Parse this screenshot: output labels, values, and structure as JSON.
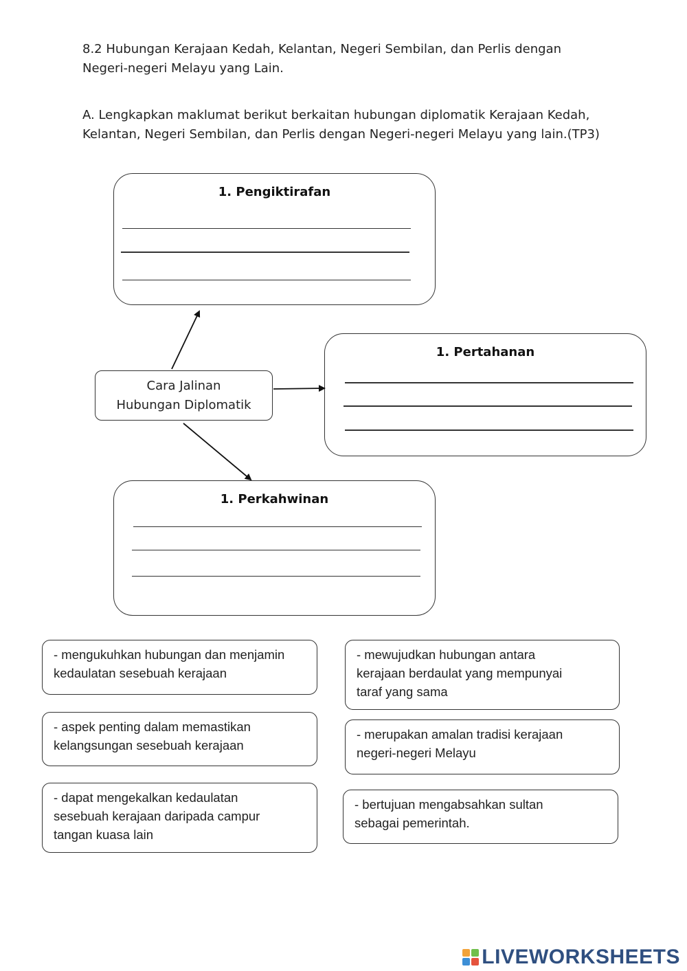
{
  "header": {
    "section_line1": "8.2 Hubungan Kerajaan Kedah, Kelantan, Negeri Sembilan, dan Perlis dengan",
    "section_line2": "Negeri-negeri Melayu yang Lain.",
    "instruction_line1": "A. Lengkapkan maklumat berikut berkaitan hubungan diplomatik Kerajaan Kedah,",
    "instruction_line2": "Kelantan, Negeri Sembilan, dan Perlis dengan Negeri-negeri Melayu yang lain.(TP3)"
  },
  "diagram": {
    "center_line1": "Cara Jalinan",
    "center_line2": "Hubungan Diplomatik",
    "box_top_title": "1. Pengiktirafan",
    "box_right_title": "1. Pertahanan",
    "box_bottom_title": "1. Perkahwinan"
  },
  "answers": {
    "left": [
      {
        "lines": [
          "- mengukuhkan hubungan dan menjamin",
          "kedaulatan sesebuah kerajaan"
        ]
      },
      {
        "lines": [
          "- aspek penting dalam memastikan",
          "kelangsungan sesebuah kerajaan"
        ]
      },
      {
        "lines": [
          "- dapat mengekalkan kedaulatan",
          "sesebuah kerajaan daripada campur",
          "tangan kuasa lain"
        ]
      }
    ],
    "right": [
      {
        "lines": [
          "- mewujudkan hubungan antara",
          "kerajaan berdaulat yang mempunyai",
          "taraf yang sama"
        ]
      },
      {
        "lines": [
          "- merupakan amalan tradisi kerajaan",
          "negeri-negeri Melayu"
        ]
      },
      {
        "lines": [
          "- bertujuan mengabsahkan sultan",
          "sebagai pemerintah."
        ]
      }
    ]
  },
  "brand": {
    "text": "LIVEWORKSHEETS"
  },
  "colors": {
    "brand": "#2f4f80",
    "stroke": "#333333"
  }
}
